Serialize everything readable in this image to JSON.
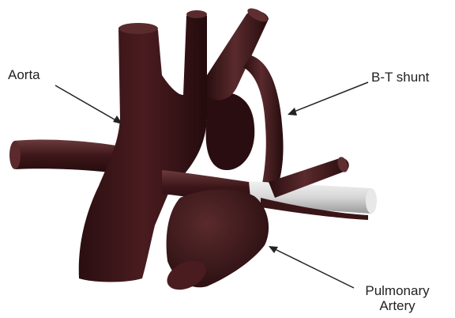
{
  "labels": {
    "aorta": "Aorta",
    "bt_shunt": "B-T shunt",
    "pulmonary_line1": "Pulmonary",
    "pulmonary_line2": "Artery"
  },
  "colors": {
    "vessel": "#3a1518",
    "vessel_light": "#6a3a3c",
    "shunt_light": "#d8d8d8",
    "arrow": "#222222",
    "background": "#ffffff"
  }
}
